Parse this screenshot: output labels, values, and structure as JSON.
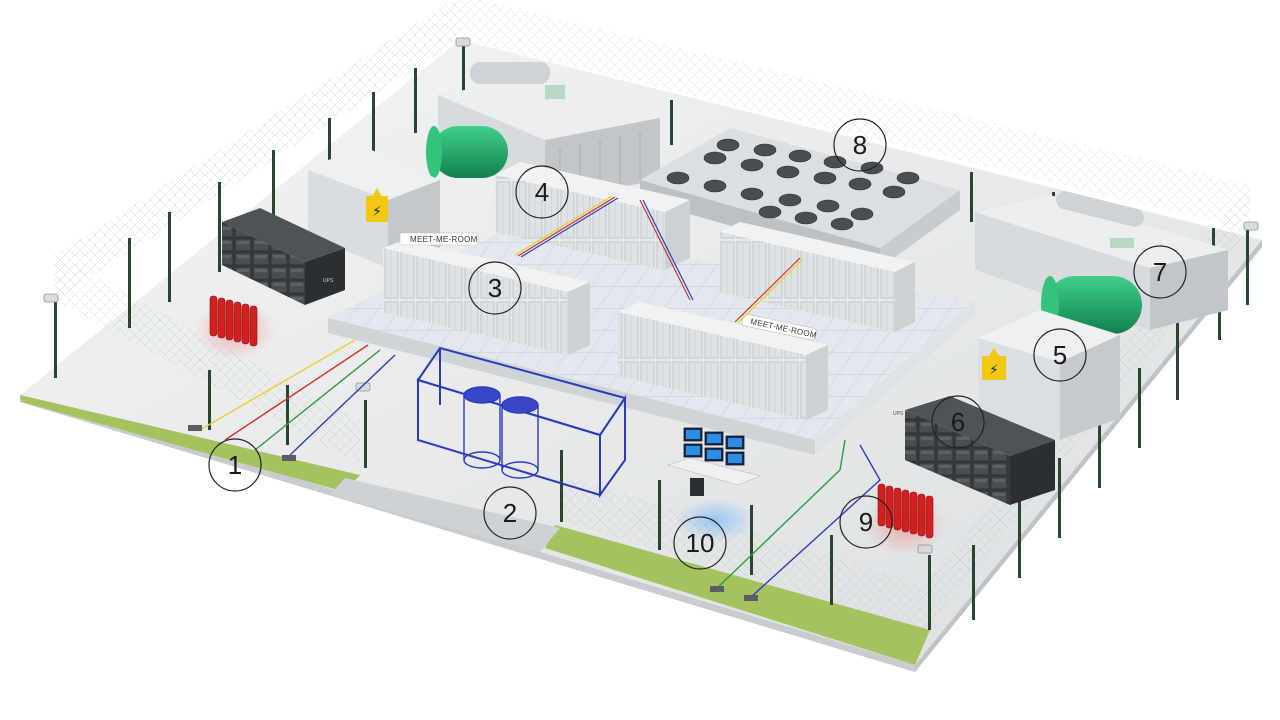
{
  "diagram": {
    "callouts": [
      "1",
      "2",
      "3",
      "4",
      "5",
      "6",
      "7",
      "8",
      "9",
      "10"
    ],
    "labels": {
      "meet_me_room_left": "MEET-ME-ROOM",
      "meet_me_room_right": "MEET-ME-ROOM",
      "ups_left": "UPS",
      "ups_right": "UPS"
    },
    "colors": {
      "ground": "#e9ebec",
      "grass": "#9dbb57",
      "platform": "#eef0f2",
      "floor_tile": "#dfe5ea",
      "rack": "#e6e8ea",
      "tank_green": "#1fae6a",
      "extinguisher_red": "#d21f1f",
      "security_blue": "#2b3bbd",
      "fence_post": "#27452f",
      "cable_yellow": "#e8d033",
      "cable_red": "#d1312b",
      "cable_green": "#2f9a3a",
      "cable_blue": "#2c3ec1",
      "monitor_blue": "#2a8fe6",
      "battery_dark": "#3a3d40"
    }
  }
}
